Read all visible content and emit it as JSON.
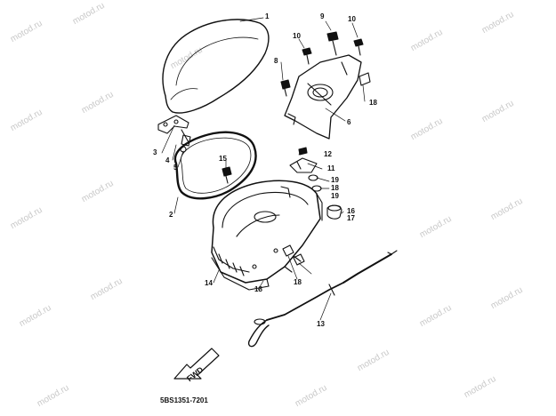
{
  "watermark": "motod.ru",
  "reference_code": "5BS1351-7201",
  "fwd_label": "FWD",
  "callouts": {
    "c1": "1",
    "c2": "2",
    "c3": "3",
    "c4": "4",
    "c5": "5",
    "c6": "6",
    "c8": "8",
    "c9": "9",
    "c10a": "10",
    "c10b": "10",
    "c11": "11",
    "c12": "12",
    "c13": "13",
    "c14": "14",
    "c15": "15",
    "c16": "16",
    "c17": "17",
    "c18a": "18",
    "c18b": "18",
    "c18c": "18",
    "c18d": "18",
    "c19a": "19",
    "c19b": "19"
  }
}
